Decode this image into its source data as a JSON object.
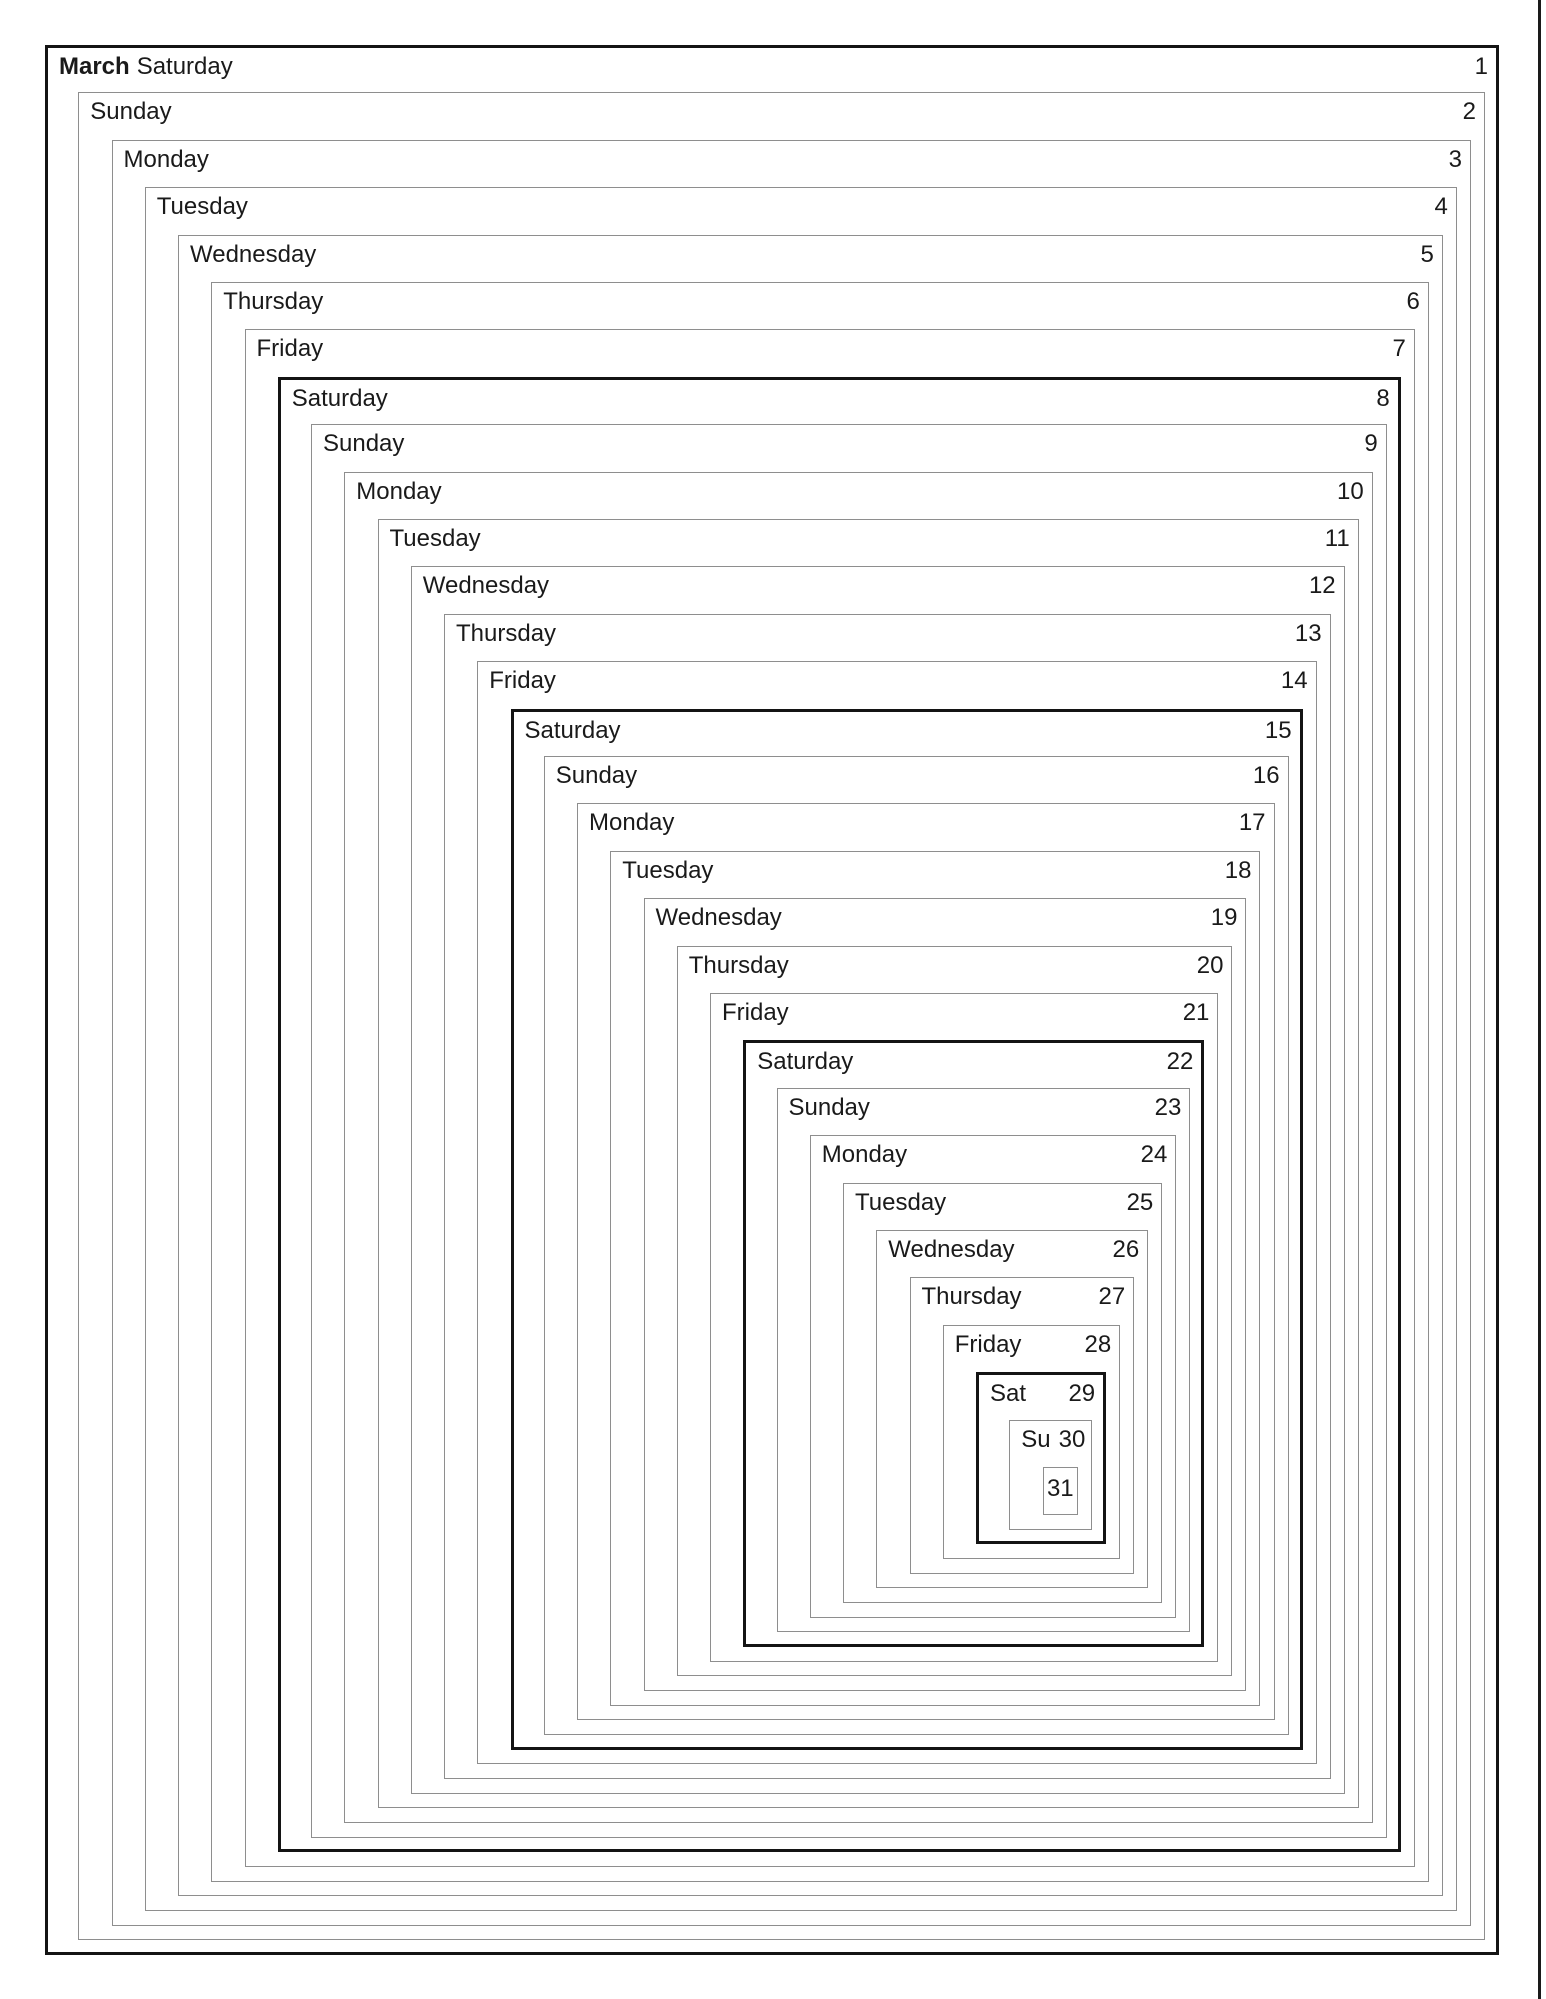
{
  "figure": {
    "title_month": "March",
    "type": "nested-day-calendar"
  },
  "colors": {
    "background": "#ffffff",
    "text": "#1a1a1a",
    "thin_border": "#8e8e8e",
    "thick_border": "#141414",
    "edge_rule": "#1a1a1a"
  },
  "days": [
    {
      "number": 1,
      "label": "Saturday",
      "month": "March",
      "emphasis": true,
      "number_only": false
    },
    {
      "number": 2,
      "label": "Sunday",
      "emphasis": false,
      "number_only": false
    },
    {
      "number": 3,
      "label": "Monday",
      "emphasis": false,
      "number_only": false
    },
    {
      "number": 4,
      "label": "Tuesday",
      "emphasis": false,
      "number_only": false
    },
    {
      "number": 5,
      "label": "Wednesday",
      "emphasis": false,
      "number_only": false
    },
    {
      "number": 6,
      "label": "Thursday",
      "emphasis": false,
      "number_only": false
    },
    {
      "number": 7,
      "label": "Friday",
      "emphasis": false,
      "number_only": false
    },
    {
      "number": 8,
      "label": "Saturday",
      "emphasis": true,
      "number_only": false
    },
    {
      "number": 9,
      "label": "Sunday",
      "emphasis": false,
      "number_only": false
    },
    {
      "number": 10,
      "label": "Monday",
      "emphasis": false,
      "number_only": false
    },
    {
      "number": 11,
      "label": "Tuesday",
      "emphasis": false,
      "number_only": false
    },
    {
      "number": 12,
      "label": "Wednesday",
      "emphasis": false,
      "number_only": false
    },
    {
      "number": 13,
      "label": "Thursday",
      "emphasis": false,
      "number_only": false
    },
    {
      "number": 14,
      "label": "Friday",
      "emphasis": false,
      "number_only": false
    },
    {
      "number": 15,
      "label": "Saturday",
      "emphasis": true,
      "number_only": false
    },
    {
      "number": 16,
      "label": "Sunday",
      "emphasis": false,
      "number_only": false
    },
    {
      "number": 17,
      "label": "Monday",
      "emphasis": false,
      "number_only": false
    },
    {
      "number": 18,
      "label": "Tuesday",
      "emphasis": false,
      "number_only": false
    },
    {
      "number": 19,
      "label": "Wednesday",
      "emphasis": false,
      "number_only": false
    },
    {
      "number": 20,
      "label": "Thursday",
      "emphasis": false,
      "number_only": false
    },
    {
      "number": 21,
      "label": "Friday",
      "emphasis": false,
      "number_only": false
    },
    {
      "number": 22,
      "label": "Saturday",
      "emphasis": true,
      "number_only": false
    },
    {
      "number": 23,
      "label": "Sunday",
      "emphasis": false,
      "number_only": false
    },
    {
      "number": 24,
      "label": "Monday",
      "emphasis": false,
      "number_only": false
    },
    {
      "number": 25,
      "label": "Tuesday",
      "emphasis": false,
      "number_only": false
    },
    {
      "number": 26,
      "label": "Wednesday",
      "emphasis": false,
      "number_only": false
    },
    {
      "number": 27,
      "label": "Thursday",
      "emphasis": false,
      "number_only": false
    },
    {
      "number": 28,
      "label": "Friday",
      "emphasis": false,
      "number_only": false
    },
    {
      "number": 29,
      "label": "Sat",
      "emphasis": true,
      "number_only": false
    },
    {
      "number": 30,
      "label": "Su",
      "emphasis": false,
      "number_only": false
    },
    {
      "number": 31,
      "label": "",
      "emphasis": false,
      "number_only": true
    }
  ]
}
